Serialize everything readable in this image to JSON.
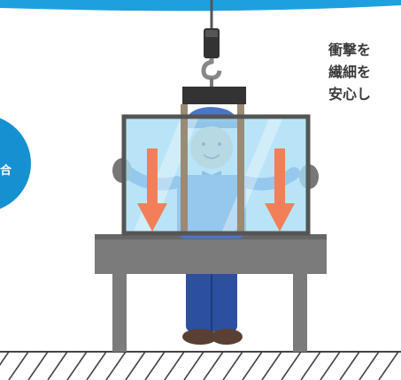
{
  "caption": {
    "lines": [
      "衝撃を",
      "繊細を",
      "安心し"
    ]
  },
  "badge": {
    "text": "合"
  },
  "colors": {
    "header_band": "#1ea0df",
    "badge_circle": "#1690d0",
    "glass_fill": "#a8ddf5",
    "frame": "#555555",
    "arrow": "#f37f5a",
    "stand": "#7b7b7b",
    "ground_hatch": "#444444",
    "wood_slat": "#9b8a74",
    "crane_hook": "#333333"
  },
  "icons": {
    "hook": "crane-hook-icon",
    "person": "worker-icon",
    "arrow": "down-arrow-icon"
  }
}
